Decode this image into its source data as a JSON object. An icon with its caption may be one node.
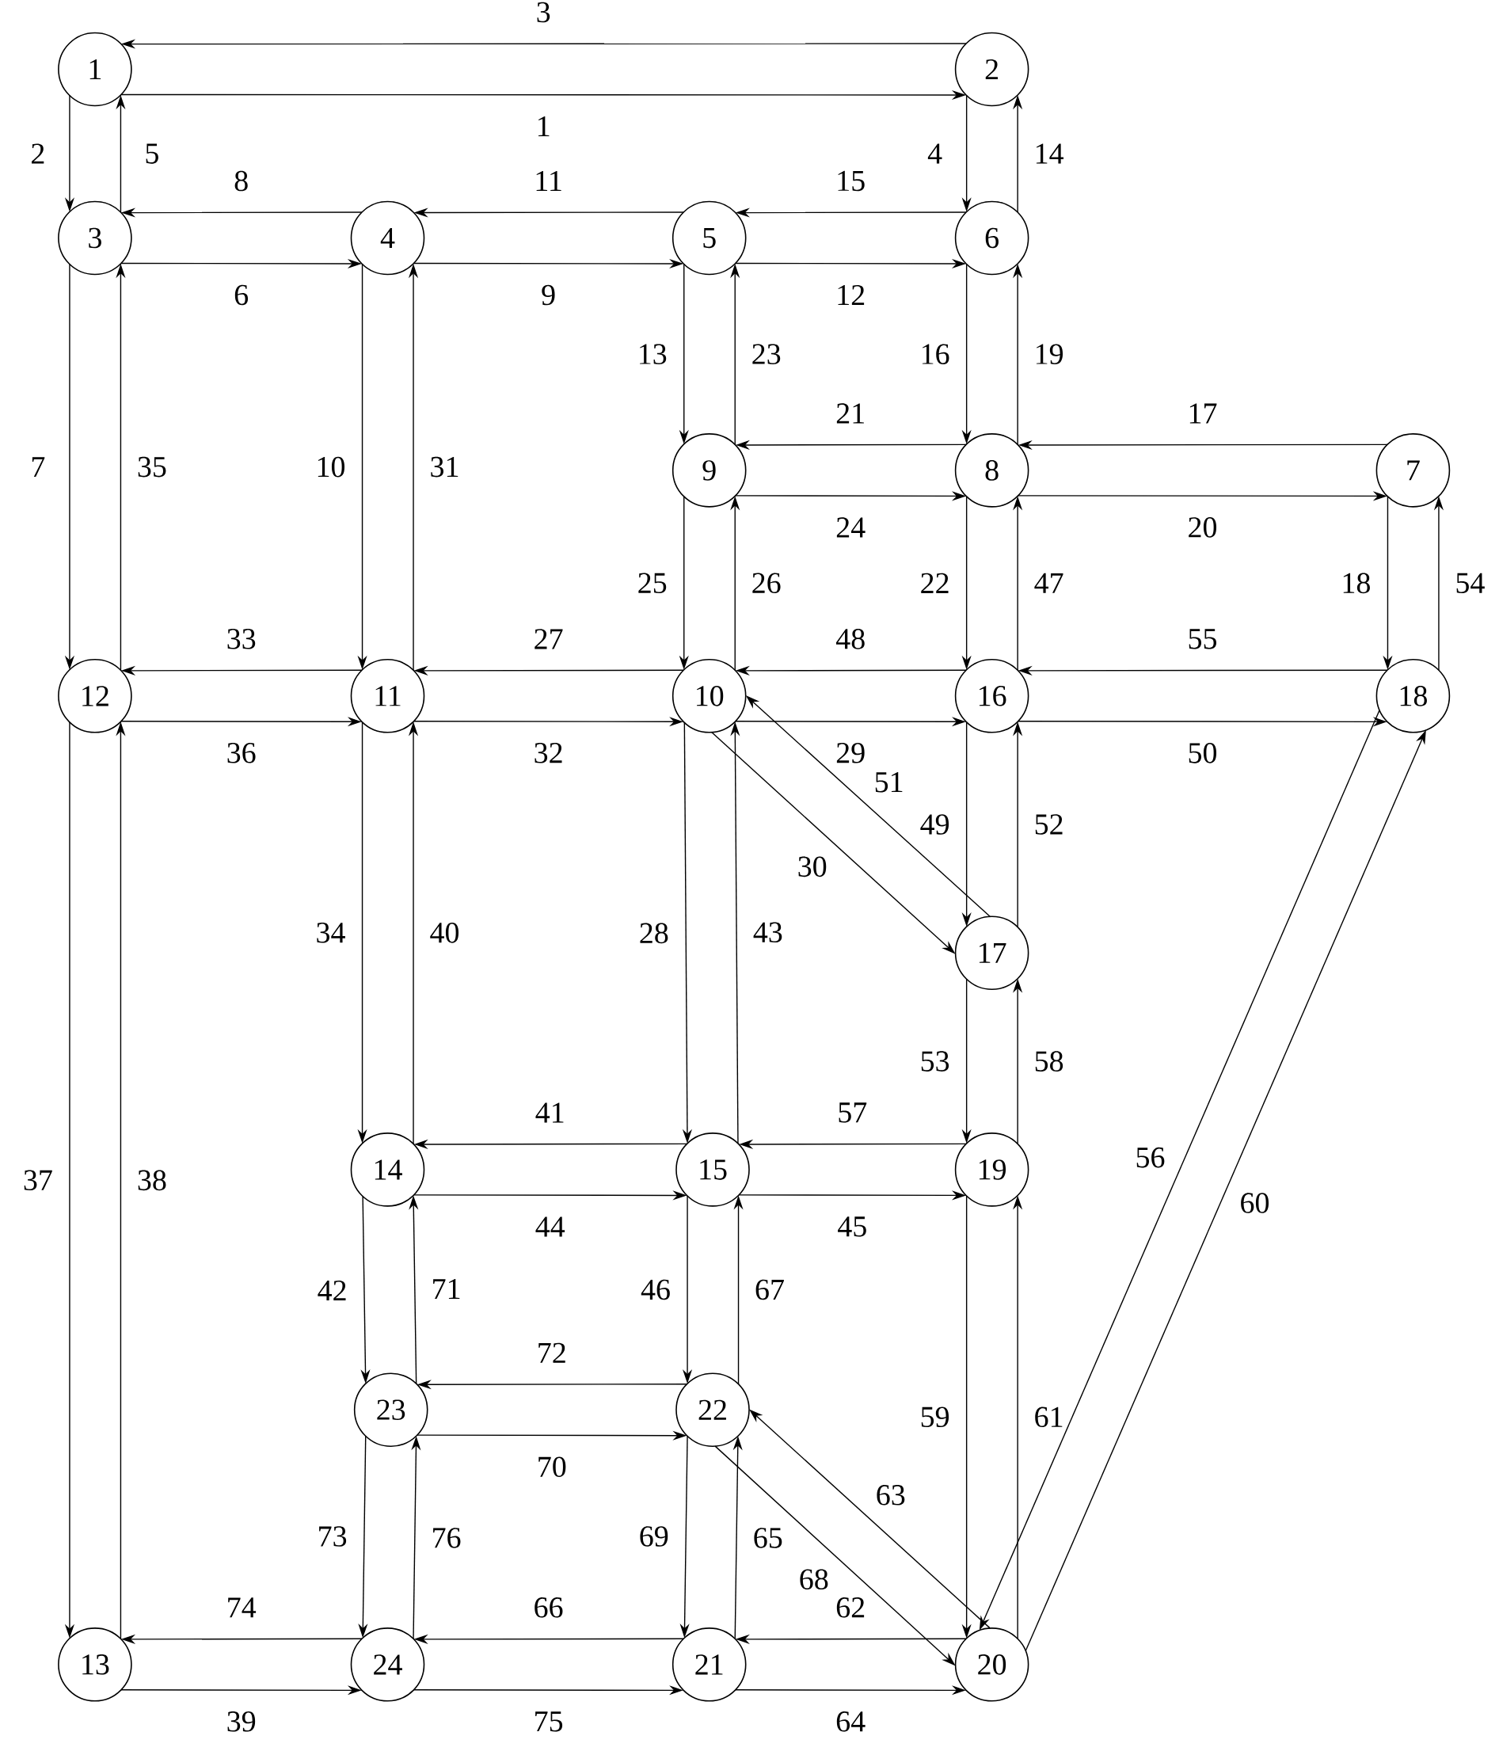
{
  "diagram": {
    "nodes": [
      {
        "text": [
          "1"
        ]
      },
      {
        "text": [
          "2"
        ]
      },
      {
        "text": [
          "3"
        ]
      },
      {
        "text": [
          "4"
        ]
      },
      {
        "text": [
          "5"
        ]
      },
      {
        "text": [
          "6"
        ]
      },
      {
        "text": [
          "7"
        ]
      },
      {
        "text": [
          "8"
        ]
      },
      {
        "text": [
          "9"
        ]
      },
      {
        "text": [
          "10"
        ]
      },
      {
        "text": [
          "11"
        ]
      },
      {
        "text": [
          "12"
        ]
      },
      {
        "text": [
          "13"
        ]
      },
      {
        "text": [
          "14"
        ]
      },
      {
        "text": [
          "15"
        ]
      },
      {
        "text": [
          "16"
        ]
      },
      {
        "text": [
          "17"
        ]
      },
      {
        "text": [
          "18"
        ]
      },
      {
        "text": [
          "19"
        ]
      },
      {
        "text": [
          "20"
        ]
      },
      {
        "text": [
          "21"
        ]
      },
      {
        "text": [
          "22"
        ]
      },
      {
        "text": [
          "23"
        ]
      },
      {
        "text": [
          "24"
        ]
      }
    ],
    "edges": [
      {
        "from": 0,
        "to": 1,
        "arrow": "to",
        "label": "1"
      },
      {
        "from": 0,
        "to": 2,
        "arrow": "to",
        "label": "2"
      },
      {
        "from": 1,
        "to": 0,
        "arrow": "to",
        "label": "3"
      },
      {
        "from": 1,
        "to": 5,
        "arrow": "to",
        "label": "4"
      },
      {
        "from": 2,
        "to": 0,
        "arrow": "to",
        "label": "5"
      },
      {
        "from": 2,
        "to": 3,
        "arrow": "to",
        "label": "6"
      },
      {
        "from": 2,
        "to": 11,
        "arrow": "to",
        "label": "7"
      },
      {
        "from": 3,
        "to": 2,
        "arrow": "to",
        "label": "8"
      },
      {
        "from": 3,
        "to": 4,
        "arrow": "to",
        "label": "9"
      },
      {
        "from": 3,
        "to": 10,
        "arrow": "to",
        "label": "10"
      },
      {
        "from": 4,
        "to": 3,
        "arrow": "to",
        "label": "11"
      },
      {
        "from": 4,
        "to": 5,
        "arrow": "to",
        "label": "12"
      },
      {
        "from": 4,
        "to": 8,
        "arrow": "to",
        "label": "13"
      },
      {
        "from": 5,
        "to": 1,
        "arrow": "to",
        "label": "14"
      },
      {
        "from": 5,
        "to": 4,
        "arrow": "to",
        "label": "15"
      },
      {
        "from": 5,
        "to": 7,
        "arrow": "to",
        "label": "16"
      },
      {
        "from": 6,
        "to": 7,
        "arrow": "to",
        "label": "17"
      },
      {
        "from": 6,
        "to": 17,
        "arrow": "to",
        "label": "18"
      },
      {
        "from": 7,
        "to": 5,
        "arrow": "to",
        "label": "19"
      },
      {
        "from": 7,
        "to": 6,
        "arrow": "to",
        "label": "20"
      },
      {
        "from": 7,
        "to": 8,
        "arrow": "to",
        "label": "21"
      },
      {
        "from": 7,
        "to": 15,
        "arrow": "to",
        "label": "22"
      },
      {
        "from": 8,
        "to": 4,
        "arrow": "to",
        "label": "23"
      },
      {
        "from": 8,
        "to": 7,
        "arrow": "to",
        "label": "24"
      },
      {
        "from": 8,
        "to": 9,
        "arrow": "to",
        "label": "25"
      },
      {
        "from": 9,
        "to": 8,
        "arrow": "to",
        "label": "26"
      },
      {
        "from": 9,
        "to": 10,
        "arrow": "to",
        "label": "27"
      },
      {
        "from": 9,
        "to": 14,
        "arrow": "to",
        "label": "28"
      },
      {
        "from": 9,
        "to": 15,
        "arrow": "to",
        "label": "29"
      },
      {
        "from": 9,
        "to": 16,
        "arrow": "to",
        "label": "30"
      },
      {
        "from": 10,
        "to": 3,
        "arrow": "to",
        "label": "31"
      },
      {
        "from": 10,
        "to": 9,
        "arrow": "to",
        "label": "32"
      },
      {
        "from": 10,
        "to": 11,
        "arrow": "to",
        "label": "33"
      },
      {
        "from": 10,
        "to": 13,
        "arrow": "to",
        "label": "34"
      },
      {
        "from": 11,
        "to": 2,
        "arrow": "to",
        "label": "35"
      },
      {
        "from": 11,
        "to": 10,
        "arrow": "to",
        "label": "36"
      },
      {
        "from": 11,
        "to": 12,
        "arrow": "to",
        "label": "37"
      },
      {
        "from": 12,
        "to": 11,
        "arrow": "to",
        "label": "38"
      },
      {
        "from": 12,
        "to": 23,
        "arrow": "to",
        "label": "39"
      },
      {
        "from": 13,
        "to": 10,
        "arrow": "to",
        "label": "40"
      },
      {
        "from": 13,
        "to": 14,
        "arrow": "to",
        "label": "44"
      },
      {
        "from": 13,
        "to": 22,
        "arrow": "to",
        "label": "42"
      },
      {
        "from": 14,
        "to": 9,
        "arrow": "to",
        "label": "43"
      },
      {
        "from": 14,
        "to": 13,
        "arrow": "to",
        "label": "41"
      },
      {
        "from": 14,
        "to": 18,
        "arrow": "to",
        "label": "45"
      },
      {
        "from": 14,
        "to": 21,
        "arrow": "to",
        "label": "46"
      },
      {
        "from": 15,
        "to": 7,
        "arrow": "to",
        "label": "47"
      },
      {
        "from": 15,
        "to": 9,
        "arrow": "to",
        "label": "48"
      },
      {
        "from": 15,
        "to": 16,
        "arrow": "to",
        "label": "49"
      },
      {
        "from": 15,
        "to": 17,
        "arrow": "to",
        "label": "50"
      },
      {
        "from": 16,
        "to": 9,
        "arrow": "to",
        "label": "51"
      },
      {
        "from": 16,
        "to": 15,
        "arrow": "to",
        "label": "52"
      },
      {
        "from": 16,
        "to": 18,
        "arrow": "to",
        "label": "53"
      },
      {
        "from": 17,
        "to": 6,
        "arrow": "to",
        "label": "54"
      },
      {
        "from": 17,
        "to": 15,
        "arrow": "to",
        "label": "55"
      },
      {
        "from": 17,
        "to": 19,
        "arrow": "to",
        "label": "56"
      },
      {
        "from": 18,
        "to": 14,
        "arrow": "to",
        "label": "57"
      },
      {
        "from": 18,
        "to": 16,
        "arrow": "to",
        "label": "58"
      },
      {
        "from": 18,
        "to": 19,
        "arrow": "to",
        "label": "59"
      },
      {
        "from": 19,
        "to": 17,
        "arrow": "to",
        "label": "60"
      },
      {
        "from": 19,
        "to": 18,
        "arrow": "to",
        "label": "61"
      },
      {
        "from": 19,
        "to": 20,
        "arrow": "to",
        "label": "62"
      },
      {
        "from": 19,
        "to": 21,
        "arrow": "to",
        "label": "63"
      },
      {
        "from": 20,
        "to": 19,
        "arrow": "to",
        "label": "64"
      },
      {
        "from": 20,
        "to": 21,
        "arrow": "to",
        "label": "65"
      },
      {
        "from": 20,
        "to": 23,
        "arrow": "to",
        "label": "66"
      },
      {
        "from": 21,
        "to": 14,
        "arrow": "to",
        "label": "67"
      },
      {
        "from": 21,
        "to": 19,
        "arrow": "to",
        "label": "68"
      },
      {
        "from": 21,
        "to": 20,
        "arrow": "to",
        "label": "69"
      },
      {
        "from": 21,
        "to": 22,
        "arrow": "to",
        "label": "72"
      },
      {
        "from": 22,
        "to": 13,
        "arrow": "to",
        "label": "71"
      },
      {
        "from": 22,
        "to": 21,
        "arrow": "to",
        "label": "70"
      },
      {
        "from": 22,
        "to": 23,
        "arrow": "to",
        "label": "73"
      },
      {
        "from": 23,
        "to": 12,
        "arrow": "to",
        "label": "74"
      },
      {
        "from": 23,
        "to": 20,
        "arrow": "to",
        "label": "75"
      },
      {
        "from": 23,
        "to": 22,
        "arrow": "to",
        "label": "76"
      }
    ]
  }
}
